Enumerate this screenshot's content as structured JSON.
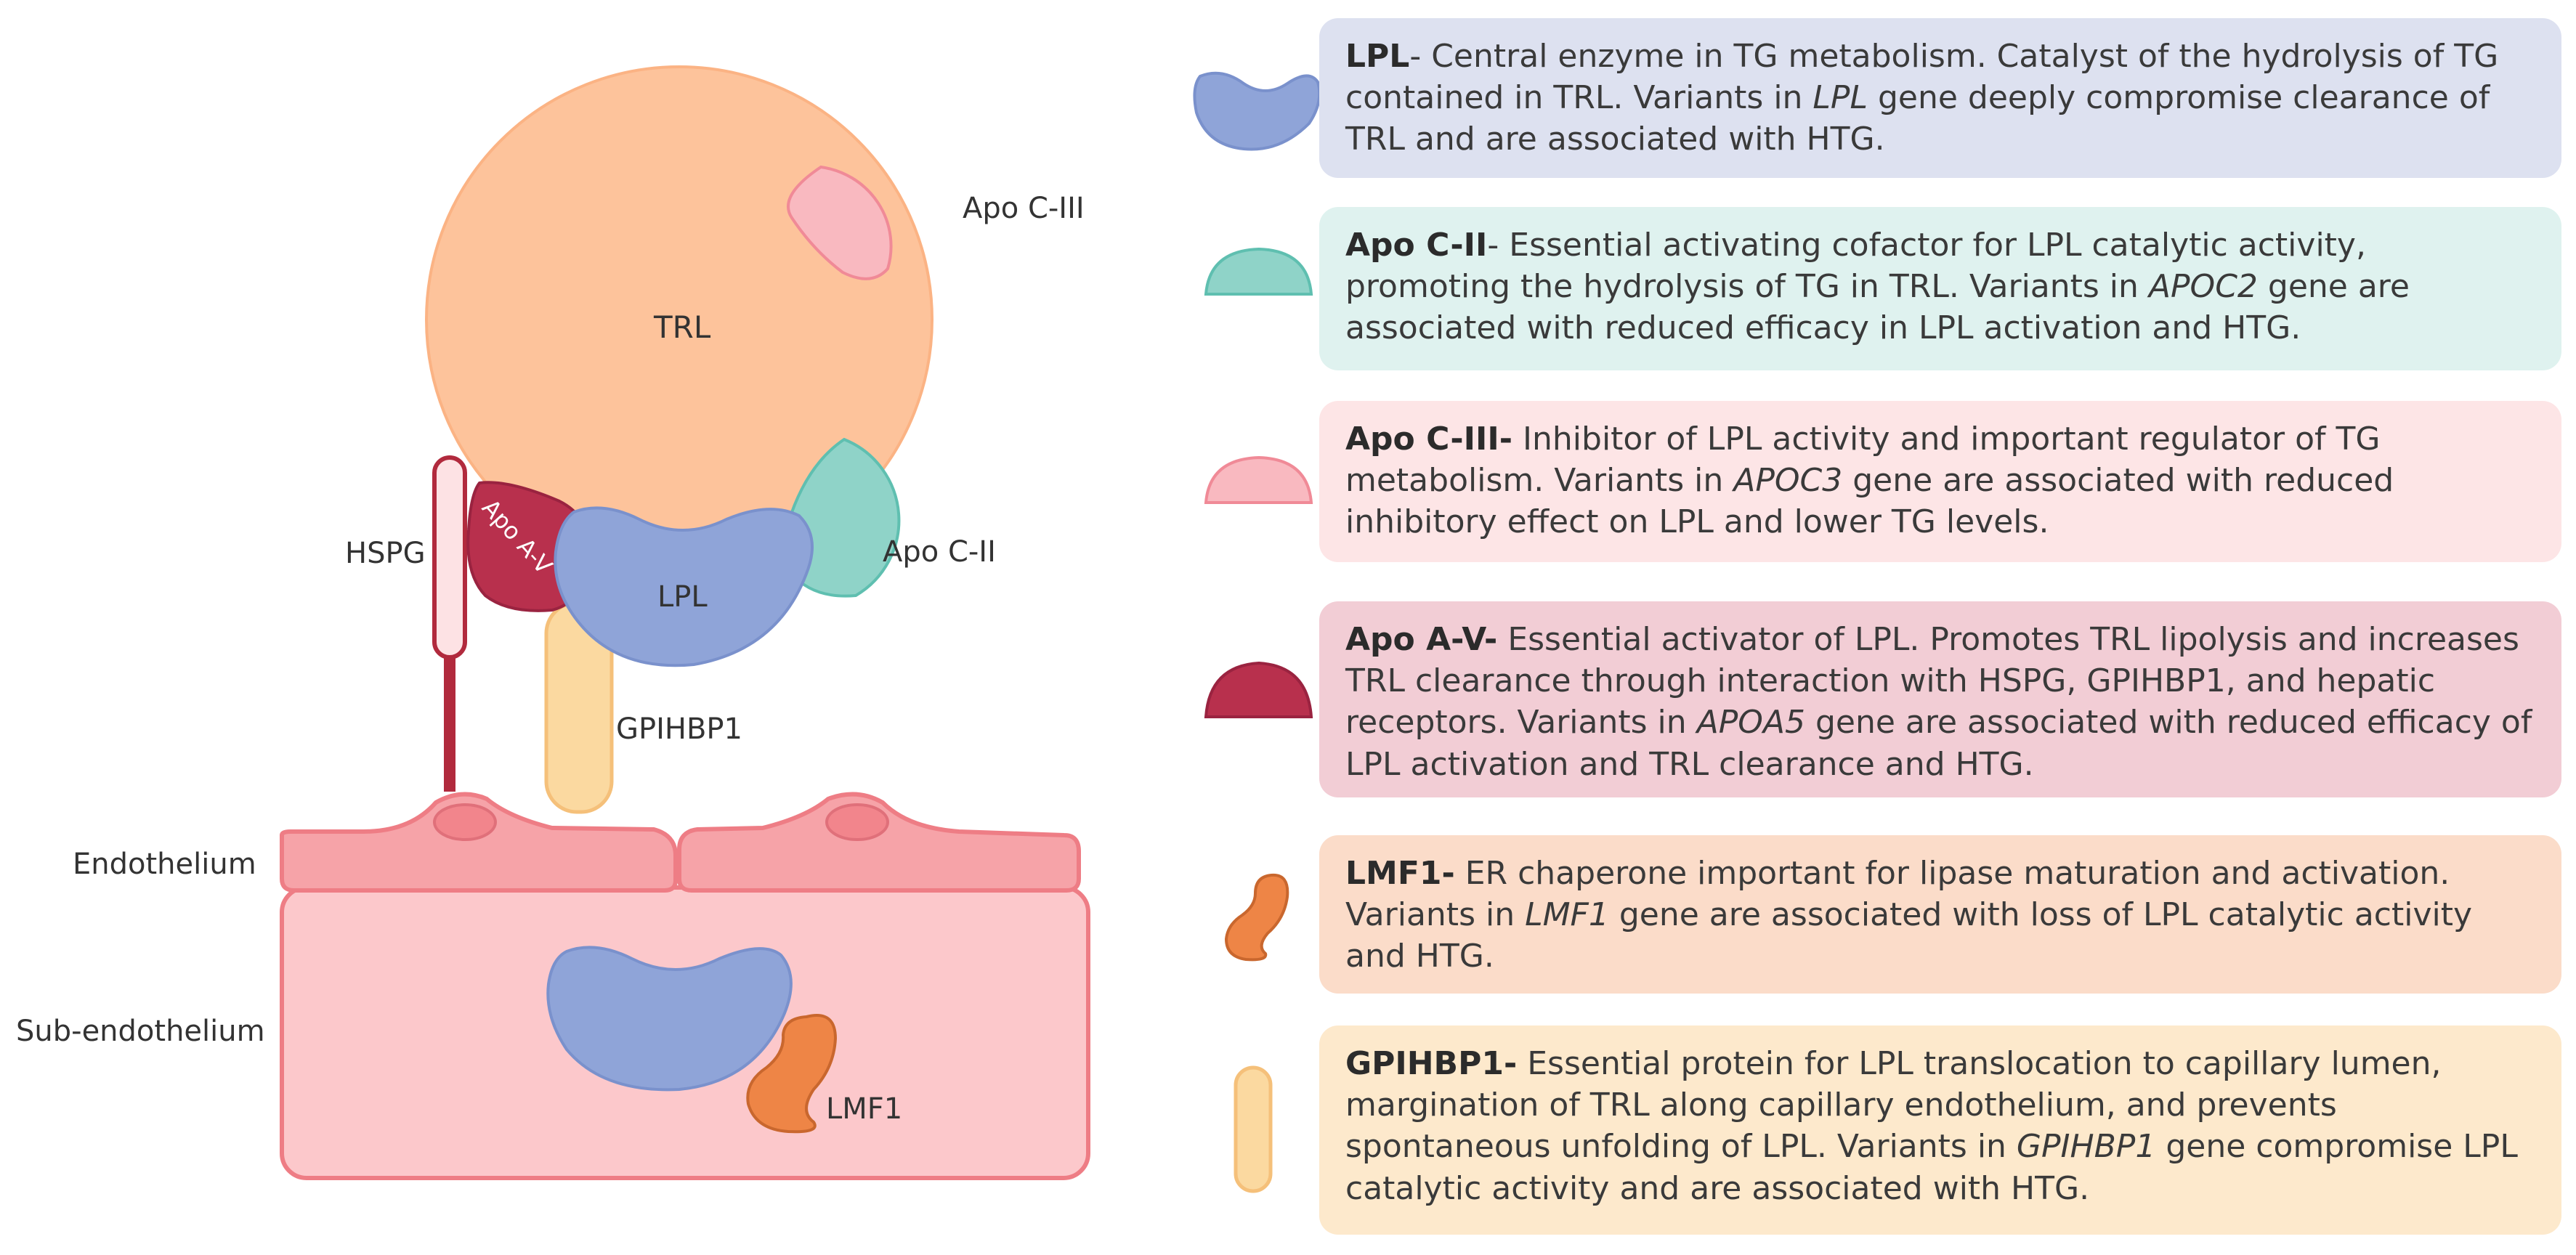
{
  "diagram": {
    "labels": {
      "trl": "TRL",
      "apoc3": "Apo C-III",
      "apoc2": "Apo C-II",
      "apoa5": "Apo A-V",
      "lpl": "LPL",
      "hspg": "HSPG",
      "gpihbp1": "GPIHBP1",
      "endothelium": "Endothelium",
      "sub_endothelium": "Sub-endothelium",
      "lmf1": "LMF1"
    }
  },
  "legend": [
    {
      "term": "LPL",
      "dash": "-",
      "color": "#dde1f0",
      "icon": "lpl-icon",
      "parts": [
        {
          "t": " Central enzyme in TG metabolism. Catalyst of the hydrolysis of TG contained in TRL. Variants in ",
          "i": false
        },
        {
          "t": "LPL",
          "i": true
        },
        {
          "t": " gene deeply compromise clearance of TRL and are associated with HTG.",
          "i": false
        }
      ]
    },
    {
      "term": "Apo C-II",
      "dash": "-",
      "color": "#dff2ef",
      "icon": "apoc2-icon",
      "parts": [
        {
          "t": " Essential activating cofactor for LPL catalytic activity, promoting the hydrolysis of TG in TRL. Variants in ",
          "i": false
        },
        {
          "t": "APOC2",
          "i": true
        },
        {
          "t": " gene are associated with reduced efficacy in LPL activation and HTG.",
          "i": false
        }
      ]
    },
    {
      "term": "Apo C-III-",
      "dash": "",
      "color": "#fde5e6",
      "icon": "apoc3-icon",
      "parts": [
        {
          "t": " Inhibitor of LPL activity and important regulator of TG metabolism. Variants in ",
          "i": false
        },
        {
          "t": "APOC3",
          "i": true
        },
        {
          "t": " gene are associated with reduced inhibitory effect on LPL and lower TG levels.",
          "i": false
        }
      ]
    },
    {
      "term": "Apo A-V-",
      "dash": "",
      "color": "#f2cdd5",
      "icon": "apoa5-icon",
      "parts": [
        {
          "t": " Essential activator of LPL. Promotes TRL lipolysis and increases TRL clearance through interaction with HSPG, GPIHBP1, and hepatic receptors. Variants in ",
          "i": false
        },
        {
          "t": "APOA5",
          "i": true
        },
        {
          "t": " gene are associated with reduced efficacy of LPL activation and TRL clearance and HTG.",
          "i": false
        }
      ]
    },
    {
      "term": "LMF1-",
      "dash": "",
      "color": "#fbdcc9",
      "icon": "lmf1-icon",
      "parts": [
        {
          "t": " ER chaperone important for lipase maturation and activation. Variants in ",
          "i": false
        },
        {
          "t": "LMF1",
          "i": true
        },
        {
          "t": " gene are associated with loss of LPL catalytic activity and HTG.",
          "i": false
        }
      ]
    },
    {
      "term": "GPIHBP1-",
      "dash": "",
      "color": "#fde9cc",
      "icon": "gpihbp1-icon",
      "parts": [
        {
          "t": " Essential protein for LPL translocation to capillary lumen, margination of TRL along capillary endothelium, and prevents spontaneous unfolding of LPL. Variants in ",
          "i": false
        },
        {
          "t": "GPIHBP1",
          "i": true
        },
        {
          "t": " gene compromise LPL catalytic activity and are associated with HTG.",
          "i": false
        }
      ]
    }
  ],
  "colors": {
    "trl": "#fdc39b",
    "lpl": "#8fa4d8",
    "apoc2": "#8fd3c8",
    "apoc3": "#f9b9c0",
    "apoa5": "#b8304d",
    "lmf1": "#ee8546",
    "gpihbp1": "#fbd9a0",
    "endothelium": "#f6a3a8",
    "sub_endothelium": "#fcc8cb"
  }
}
